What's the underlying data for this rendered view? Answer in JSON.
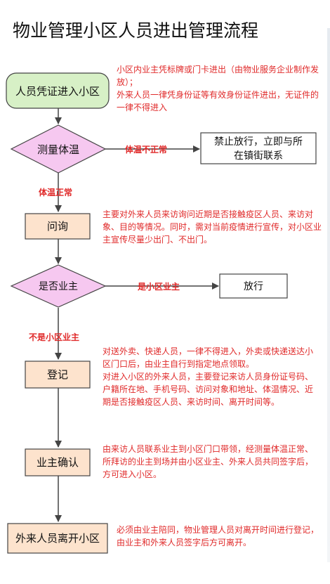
{
  "title": "物业管理小区人员进出管理流程",
  "nodes": {
    "n1": "人员凭证进入小区",
    "n2": "测量体温",
    "n3": "禁止放行，立即与所在镇街联系",
    "n3a": "禁止放行，立即与所",
    "n3b": "在镇街联系",
    "n4": "问询",
    "n5": "是否业主",
    "n6": "放行",
    "n7": "登记",
    "n8": "业主确认",
    "n9": "外来人员离开小区"
  },
  "edges": {
    "temp_abnormal": "体温不正常",
    "temp_normal": "体温正常",
    "is_resident": "是小区业主",
    "not_resident": "不是小区业主"
  },
  "notes": {
    "entry_p1": "小区内业主凭标牌或门卡进出（由物业服务企业制作发放）；",
    "entry_p2": "外来人员一律凭身份证等有效身份证件进出，无证件的一律不得进入",
    "inquiry": "主要对外来人员来访询问近期是否接触疫区人员、来访对象、目的等情况。同时，需对当前疫情进行宣传，对小区业主宣传尽量少出门、不出门。",
    "register_p1": "对送外卖、快递人员，一律不得进入，外卖或快递送达小区门口后，由业主自行到指定地点领取。",
    "register_p2": "对进入小区的外来人员，主要登记来访人员身份证号码、户籍所在地、手机号码、访问对象和地址、体温情况、近期是否接触疫区人员、来访时间、离开时间等。",
    "confirm": "由来访人员联系业主到小区门口带领，经测量体温正常、所拜访的业主到场并由小区业主、外来人员共同签字后，方可进入小区。",
    "leave": "必须由业主陪同，物业管理人员对离开时间进行登记，由业主和外来人员签字后方可离开。"
  },
  "colors": {
    "process_fill": "#fde3cd",
    "decision_fill": "#f6c8f0",
    "start_fill": "#d7f0c6",
    "arrow": "#444444",
    "note_text": "#e02a2a"
  }
}
